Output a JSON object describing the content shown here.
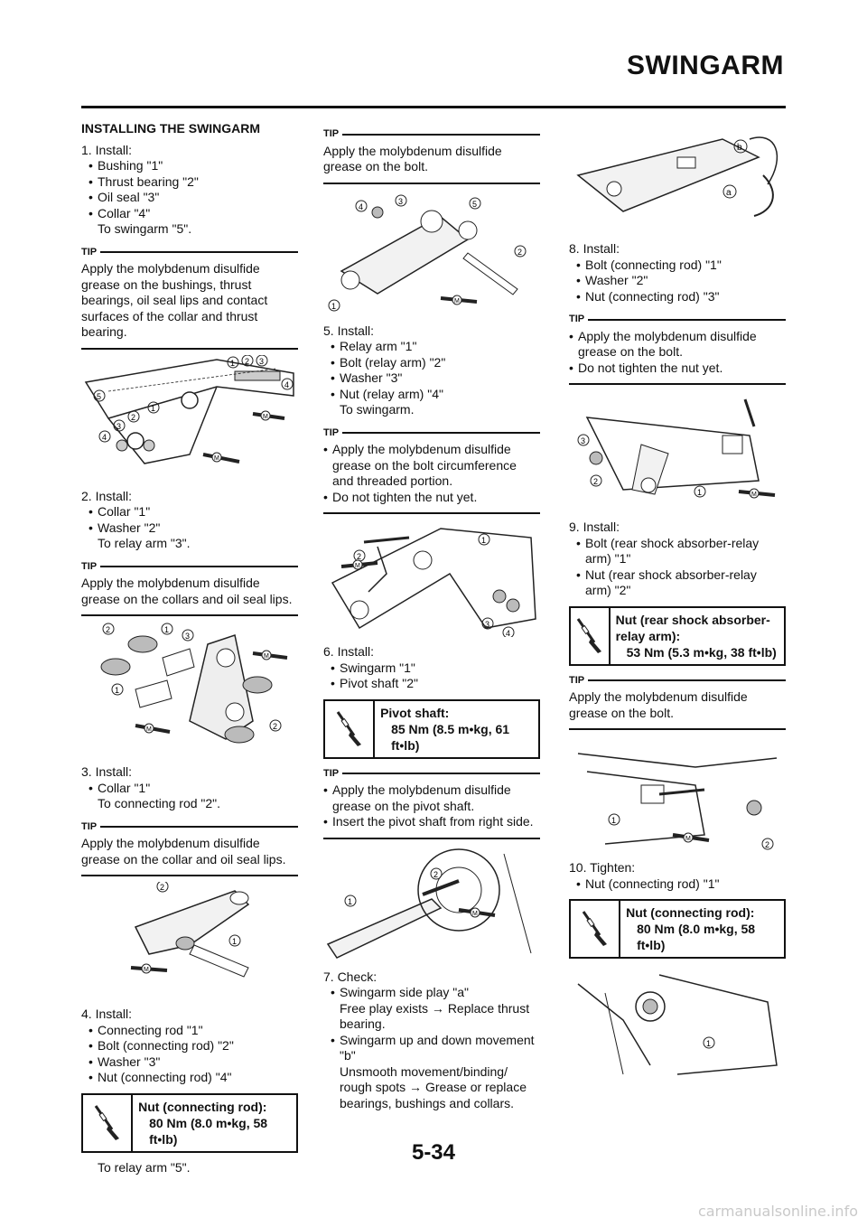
{
  "header": {
    "title": "SWINGARM"
  },
  "col1": {
    "section_heading": "INSTALLING THE SWINGARM",
    "step1": {
      "label": "1.  Install:",
      "items": [
        "Bushing \"1\"",
        "Thrust bearing \"2\"",
        "Oil seal \"3\"",
        "Collar \"4\""
      ],
      "target": "To swingarm \"5\"."
    },
    "tip1": {
      "label": "TIP",
      "text": "Apply the molybdenum disulfide grease on the bushings, thrust bearings, oil seal lips and contact surfaces of the collar and thrust bearing."
    },
    "step2": {
      "label": "2.  Install:",
      "items": [
        "Collar \"1\"",
        "Washer \"2\""
      ],
      "target": "To relay arm \"3\"."
    },
    "tip2": {
      "label": "TIP",
      "text": "Apply the molybdenum disulfide grease on the collars and oil seal lips."
    },
    "step3": {
      "label": "3.  Install:",
      "items": [
        "Collar \"1\""
      ],
      "target": "To connecting rod \"2\"."
    },
    "tip3": {
      "label": "TIP",
      "text": "Apply the molybdenum disulfide grease on the collar and oil seal lips."
    },
    "step4": {
      "label": "4.  Install:",
      "items": [
        "Connecting rod \"1\"",
        "Bolt (connecting rod) \"2\"",
        "Washer \"3\"",
        "Nut (connecting rod) \"4\""
      ]
    },
    "torque4": {
      "name": "Nut (connecting rod):",
      "value": "80 Nm (8.0 m•kg, 58 ft•lb)"
    },
    "step4_target": "To relay arm \"5\"."
  },
  "col2": {
    "tip_a": {
      "label": "TIP",
      "text": "Apply the molybdenum disulfide grease on the bolt."
    },
    "step5": {
      "label": "5.  Install:",
      "items": [
        "Relay arm \"1\"",
        "Bolt (relay arm) \"2\"",
        "Washer \"3\"",
        "Nut (relay arm) \"4\""
      ],
      "target": "To swingarm."
    },
    "tip5": {
      "label": "TIP",
      "items": [
        "Apply the molybdenum disulfide grease on the bolt circumference and threaded portion.",
        "Do not tighten the nut yet."
      ]
    },
    "step6": {
      "label": "6.  Install:",
      "items": [
        "Swingarm \"1\"",
        "Pivot shaft \"2\""
      ]
    },
    "torque6": {
      "name": "Pivot shaft:",
      "value": "85 Nm (8.5 m•kg, 61 ft•lb)"
    },
    "tip6": {
      "label": "TIP",
      "items": [
        "Apply the molybdenum disulfide grease on the pivot shaft.",
        "Insert the pivot shaft from right side."
      ]
    },
    "step7": {
      "label": "7.  Check:",
      "item1": "Swingarm side play \"a\"",
      "item1_detail": "Free play exists → Replace thrust bearing.",
      "item2": "Swingarm up and down movement \"b\"",
      "item2_detail": "Unsmooth movement/binding/ rough spots → Grease or replace bearings, bushings and collars."
    }
  },
  "col3": {
    "step8": {
      "label": "8.  Install:",
      "items": [
        "Bolt (connecting rod) \"1\"",
        "Washer \"2\"",
        "Nut (connecting rod) \"3\""
      ]
    },
    "tip8": {
      "label": "TIP",
      "items": [
        "Apply the molybdenum disulfide grease on the bolt.",
        "Do not tighten the nut yet."
      ]
    },
    "step9": {
      "label": "9.  Install:",
      "items": [
        "Bolt (rear shock absorber-relay arm) \"1\"",
        "Nut (rear shock absorber-relay arm) \"2\""
      ]
    },
    "torque9": {
      "name": "Nut (rear shock absorber-relay arm):",
      "value": "53 Nm (5.3 m•kg, 38 ft•lb)"
    },
    "tip9": {
      "label": "TIP",
      "text": "Apply the molybdenum disulfide grease on the bolt."
    },
    "step10": {
      "label": "10. Tighten:",
      "items": [
        "Nut (connecting rod) \"1\""
      ]
    },
    "torque10": {
      "name": "Nut (connecting rod):",
      "value": "80 Nm (8.0 m•kg, 58 ft•lb)"
    }
  },
  "footer": {
    "page_number": "5-34",
    "watermark": "carmanualsonline.info"
  },
  "icons": [
    "torque-wrench-icon",
    "molybdenum-grease-icon"
  ]
}
